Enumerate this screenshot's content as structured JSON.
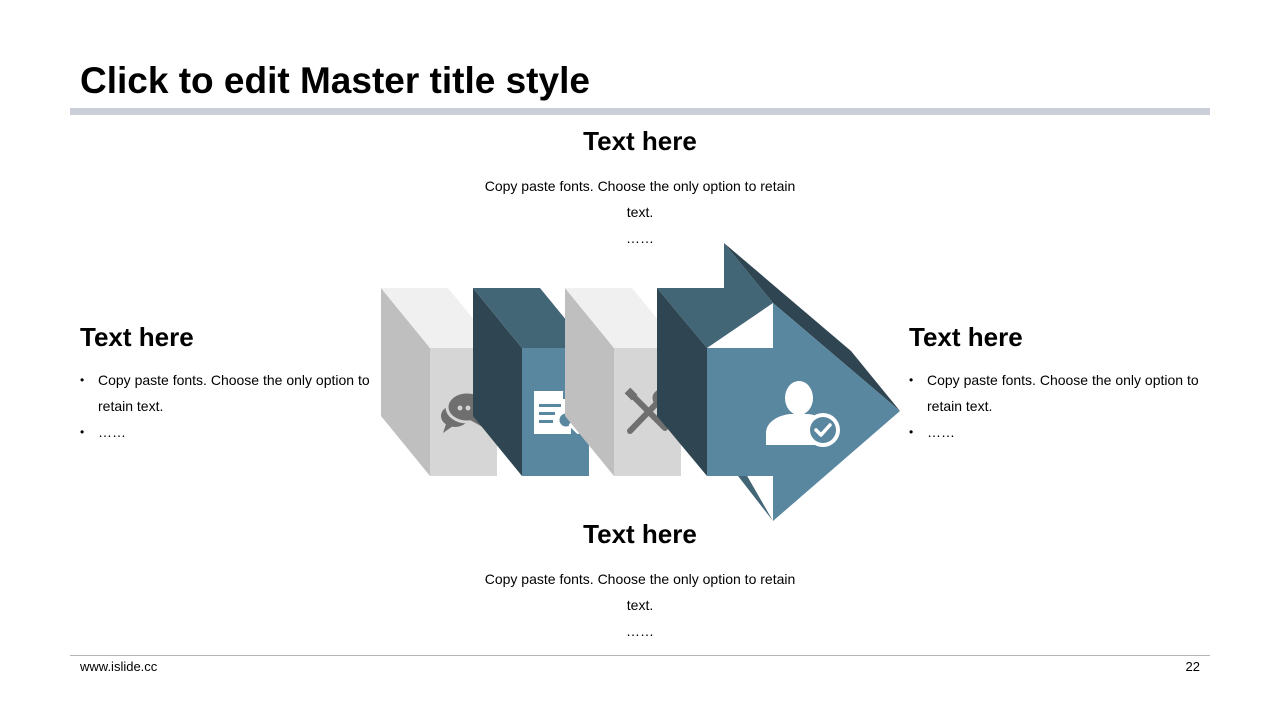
{
  "title": "Click to edit Master title style",
  "top_block": {
    "heading": "Text here",
    "body": "Copy paste fonts. Choose the only option to retain text.",
    "dots": "……"
  },
  "left_block": {
    "heading": "Text here",
    "items": [
      "Copy paste fonts. Choose the only option to retain text.",
      "……"
    ]
  },
  "right_block": {
    "heading": "Text here",
    "items": [
      "Copy paste fonts. Choose the only option to retain text.",
      "……"
    ]
  },
  "bottom_block": {
    "heading": "Text here",
    "body": "Copy paste fonts. Choose the only option to retain text.",
    "dots": "……"
  },
  "diagram": {
    "icons": [
      "chat-bubbles-icon",
      "document-search-icon",
      "tools-icon",
      "user-check-icon"
    ],
    "colors": {
      "accent": "#5a87a0",
      "accent_dark": "#2f4652",
      "accent_top": "#436677",
      "grey_front": "#d6d6d6",
      "grey_side": "#bfbfbf",
      "grey_top": "#f0f0f0",
      "icon_grey": "#6f6f6f"
    }
  },
  "footer": {
    "website": "www.islide.cc",
    "page_number": "22"
  }
}
